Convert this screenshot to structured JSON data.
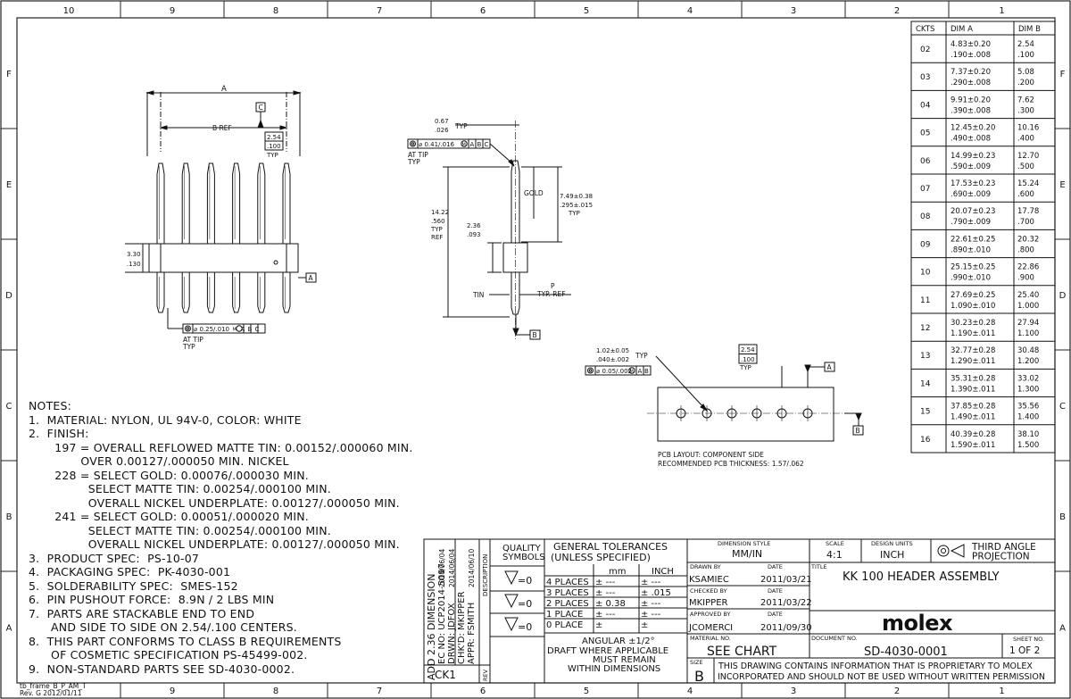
{
  "frame": {
    "top_zones": [
      "10",
      "9",
      "8",
      "7",
      "6",
      "5",
      "4",
      "3",
      "2",
      "1"
    ],
    "bottom_zones": [
      "9",
      "8",
      "7",
      "6",
      "5",
      "4",
      "3",
      "2",
      "1"
    ],
    "left_rows": [
      "F",
      "E",
      "D",
      "C",
      "B",
      "A"
    ],
    "right_rows": [
      "F",
      "E",
      "D",
      "C",
      "B",
      "A"
    ],
    "frame_ref": "tb_frame_B_P_AM_T",
    "frame_rev": "Rev. G 2012/01/11"
  },
  "dims_table": {
    "headers": [
      "CKTS",
      "DIM A",
      "DIM B"
    ],
    "rows": [
      {
        "ckts": "02",
        "a_mm": "4.83±0.20",
        "a_in": ".190±.008",
        "b_mm": "2.54",
        "b_in": ".100"
      },
      {
        "ckts": "03",
        "a_mm": "7.37±0.20",
        "a_in": ".290±.008",
        "b_mm": "5.08",
        "b_in": ".200"
      },
      {
        "ckts": "04",
        "a_mm": "9.91±0.20",
        "a_in": ".390±.008",
        "b_mm": "7.62",
        "b_in": ".300"
      },
      {
        "ckts": "05",
        "a_mm": "12.45±0.20",
        "a_in": ".490±.008",
        "b_mm": "10.16",
        "b_in": ".400"
      },
      {
        "ckts": "06",
        "a_mm": "14.99±0.23",
        "a_in": ".590±.009",
        "b_mm": "12.70",
        "b_in": ".500"
      },
      {
        "ckts": "07",
        "a_mm": "17.53±0.23",
        "a_in": ".690±.009",
        "b_mm": "15.24",
        "b_in": ".600"
      },
      {
        "ckts": "08",
        "a_mm": "20.07±0.23",
        "a_in": ".790±.009",
        "b_mm": "17.78",
        "b_in": ".700"
      },
      {
        "ckts": "09",
        "a_mm": "22.61±0.25",
        "a_in": ".890±.010",
        "b_mm": "20.32",
        "b_in": ".800"
      },
      {
        "ckts": "10",
        "a_mm": "25.15±0.25",
        "a_in": ".990±.010",
        "b_mm": "22.86",
        "b_in": ".900"
      },
      {
        "ckts": "11",
        "a_mm": "27.69±0.25",
        "a_in": "1.090±.010",
        "b_mm": "25.40",
        "b_in": "1.000"
      },
      {
        "ckts": "12",
        "a_mm": "30.23±0.28",
        "a_in": "1.190±.011",
        "b_mm": "27.94",
        "b_in": "1.100"
      },
      {
        "ckts": "13",
        "a_mm": "32.77±0.28",
        "a_in": "1.290±.011",
        "b_mm": "30.48",
        "b_in": "1.200"
      },
      {
        "ckts": "14",
        "a_mm": "35.31±0.28",
        "a_in": "1.390±.011",
        "b_mm": "33.02",
        "b_in": "1.300"
      },
      {
        "ckts": "15",
        "a_mm": "37.85±0.28",
        "a_in": "1.490±.011",
        "b_mm": "35.56",
        "b_in": "1.400"
      },
      {
        "ckts": "16",
        "a_mm": "40.39±0.28",
        "a_in": "1.590±.011",
        "b_mm": "38.10",
        "b_in": "1.500"
      }
    ]
  },
  "front_view": {
    "dim_a": "A",
    "dim_b_ref": "B REF",
    "datum_c": "C",
    "pitch_mm": "2.54",
    "pitch_in": ".100",
    "pitch_typ": "TYP",
    "height_mm": "3.30",
    "height_in": ".130",
    "datum_a": "A",
    "fcf_tol": "⌀ 0.25/.010",
    "fcf_mod": "M",
    "fcf_d1": "A",
    "fcf_d2": "B",
    "fcf_d3": "C",
    "at_tip": "AT TIP",
    "typ": "TYP"
  },
  "side_view": {
    "tip_mm": "0.67",
    "tip_in": ".026",
    "tip_typ": "TYP",
    "fcf_tol": "⌀ 0.41/.016",
    "fcf_mod": "M",
    "fcf_d1": "A",
    "fcf_d2": "B",
    "fcf_d3": "C",
    "at_tip": "AT TIP",
    "typ": "TYP",
    "gold": "GOLD",
    "gold_len_mm": "7.49±0.38",
    "gold_len_in": ".295±.015",
    "gold_typ": "TYP",
    "total_mm": "14.22",
    "total_in": ".560",
    "total_typ": "TYP",
    "total_ref": "REF",
    "body_mm": "2.36",
    "body_in": ".093",
    "tin": "TIN",
    "p_label": "P",
    "typ_ref": "TYP. REF",
    "datum_b": "B"
  },
  "pcb_layout": {
    "hole_mm": "1.02±0.05",
    "hole_in": ".040±.002",
    "hole_typ": "TYP",
    "fcf_tol": "⌀ 0.05/.002",
    "fcf_mod": "M",
    "fcf_d1": "A",
    "fcf_d2": "B",
    "pitch_mm": "2.54",
    "pitch_in": ".100",
    "pitch_typ": "TYP",
    "datum_a": "A",
    "datum_b": "B",
    "caption1": "PCB LAYOUT: COMPONENT SIDE",
    "caption2": "RECOMMENDED PCB THICKNESS:  1.57/.062"
  },
  "notes": {
    "lines": [
      "NOTES:",
      "1.  MATERIAL: NYLON, UL 94V-0, COLOR: WHITE",
      "2.  FINISH:",
      "       197 = OVERALL REFLOWED MATTE TIN: 0.00152/.000060 MIN.",
      "              OVER 0.00127/.000050 MIN. NICKEL",
      "       228 = SELECT GOLD: 0.00076/.000030 MIN.",
      "                SELECT MATTE TIN: 0.00254/.000100 MIN.",
      "                OVERALL NICKEL UNDERPLATE: 0.00127/.000050 MIN.",
      "       241 = SELECT GOLD: 0.00051/.000020 MIN.",
      "                SELECT MATTE TIN: 0.00254/.000100 MIN.",
      "                OVERALL NICKEL UNDERPLATE: 0.00127/.000050 MIN.",
      "3.  PRODUCT SPEC:  PS-10-07",
      "4.  PACKAGING SPEC:  PK-4030-001",
      "5.  SOLDERABILITY SPEC:  SMES-152",
      "6.  PIN PUSHOUT FORCE:  8.9N / 2 LBS MIN",
      "7.  PARTS ARE STACKABLE END TO END",
      "      AND SIDE TO SIDE ON 2.54/.100 CENTERS.",
      "8.  THIS PART CONFORMS TO CLASS B REQUIREMENTS",
      "      OF COSMETIC SPECIFICATION PS-45499-002.",
      "9.  NON-STANDARD PARTS SEE SD-4030-0002."
    ]
  },
  "revision_block": {
    "line1": "ADD 2.36 DIMENSION",
    "line2": "EC NO: UCP2014-5097",
    "line3": "DRWN: JDFOX",
    "line4": "CHK'D: MKIPPER",
    "line5": "APPR: FSMITH",
    "date1": "2014/06/04",
    "date2": "2014/06/04",
    "date3": "2014/06/10",
    "description_label": "DESCRIPTION",
    "rev_code": "CK1",
    "rev_label": "REV"
  },
  "title_block": {
    "quality_symbols": "QUALITY\nSYMBOLS",
    "quality_1": "=0",
    "quality_2": "=0",
    "quality_3": "=0",
    "gen_tol_title": "GENERAL TOLERANCES",
    "gen_tol_sub": "(UNLESS SPECIFIED)",
    "col_mm": "mm",
    "col_inch": "INCH",
    "tol_rows": [
      {
        "label": "4 PLACES",
        "mm": "± ---",
        "inch": "± ---"
      },
      {
        "label": "3 PLACES",
        "mm": "± ---",
        "inch": "± .015"
      },
      {
        "label": "2 PLACES",
        "mm": "± 0.38",
        "inch": "± ---"
      },
      {
        "label": "1 PLACE",
        "mm": "± ---",
        "inch": "± ---"
      },
      {
        "label": "0 PLACE",
        "mm": "±",
        "inch": "±"
      }
    ],
    "angular": "ANGULAR ±1/2°",
    "draft_1": "DRAFT WHERE APPLICABLE",
    "draft_2": "MUST REMAIN",
    "draft_3": "WITHIN DIMENSIONS",
    "dim_style_label": "DIMENSION STYLE",
    "dim_style": "MM/IN",
    "scale_label": "SCALE",
    "scale": "4:1",
    "units_label": "DESIGN UNITS",
    "units": "INCH",
    "projection": "THIRD ANGLE\nPROJECTION",
    "drawn_by_label": "DRAWN BY",
    "drawn_by": "KSAMIEC",
    "drawn_date": "2011/03/21",
    "checked_by_label": "CHECKED BY",
    "checked_by": "MKIPPER",
    "checked_date": "2011/03/22",
    "approved_by_label": "APPROVED BY",
    "approved_by": "JCOMERCI",
    "approved_date": "2011/09/30",
    "date_label": "DATE",
    "title_label": "TITLE",
    "title": "KK 100 HEADER ASSEMBLY",
    "logo": "molex",
    "material_label": "MATERIAL NO.",
    "material": "SEE CHART",
    "document_label": "DOCUMENT NO.",
    "document": "SD-4030-0001",
    "sheet_label": "SHEET NO.",
    "sheet": "1 OF 2",
    "size_label": "SIZE",
    "size": "B",
    "proprietary_1": "THIS DRAWING CONTAINS INFORMATION THAT IS PROPRIETARY TO MOLEX",
    "proprietary_2": "INCORPORATED AND SHOULD NOT BE USED WITHOUT WRITTEN PERMISSION"
  }
}
